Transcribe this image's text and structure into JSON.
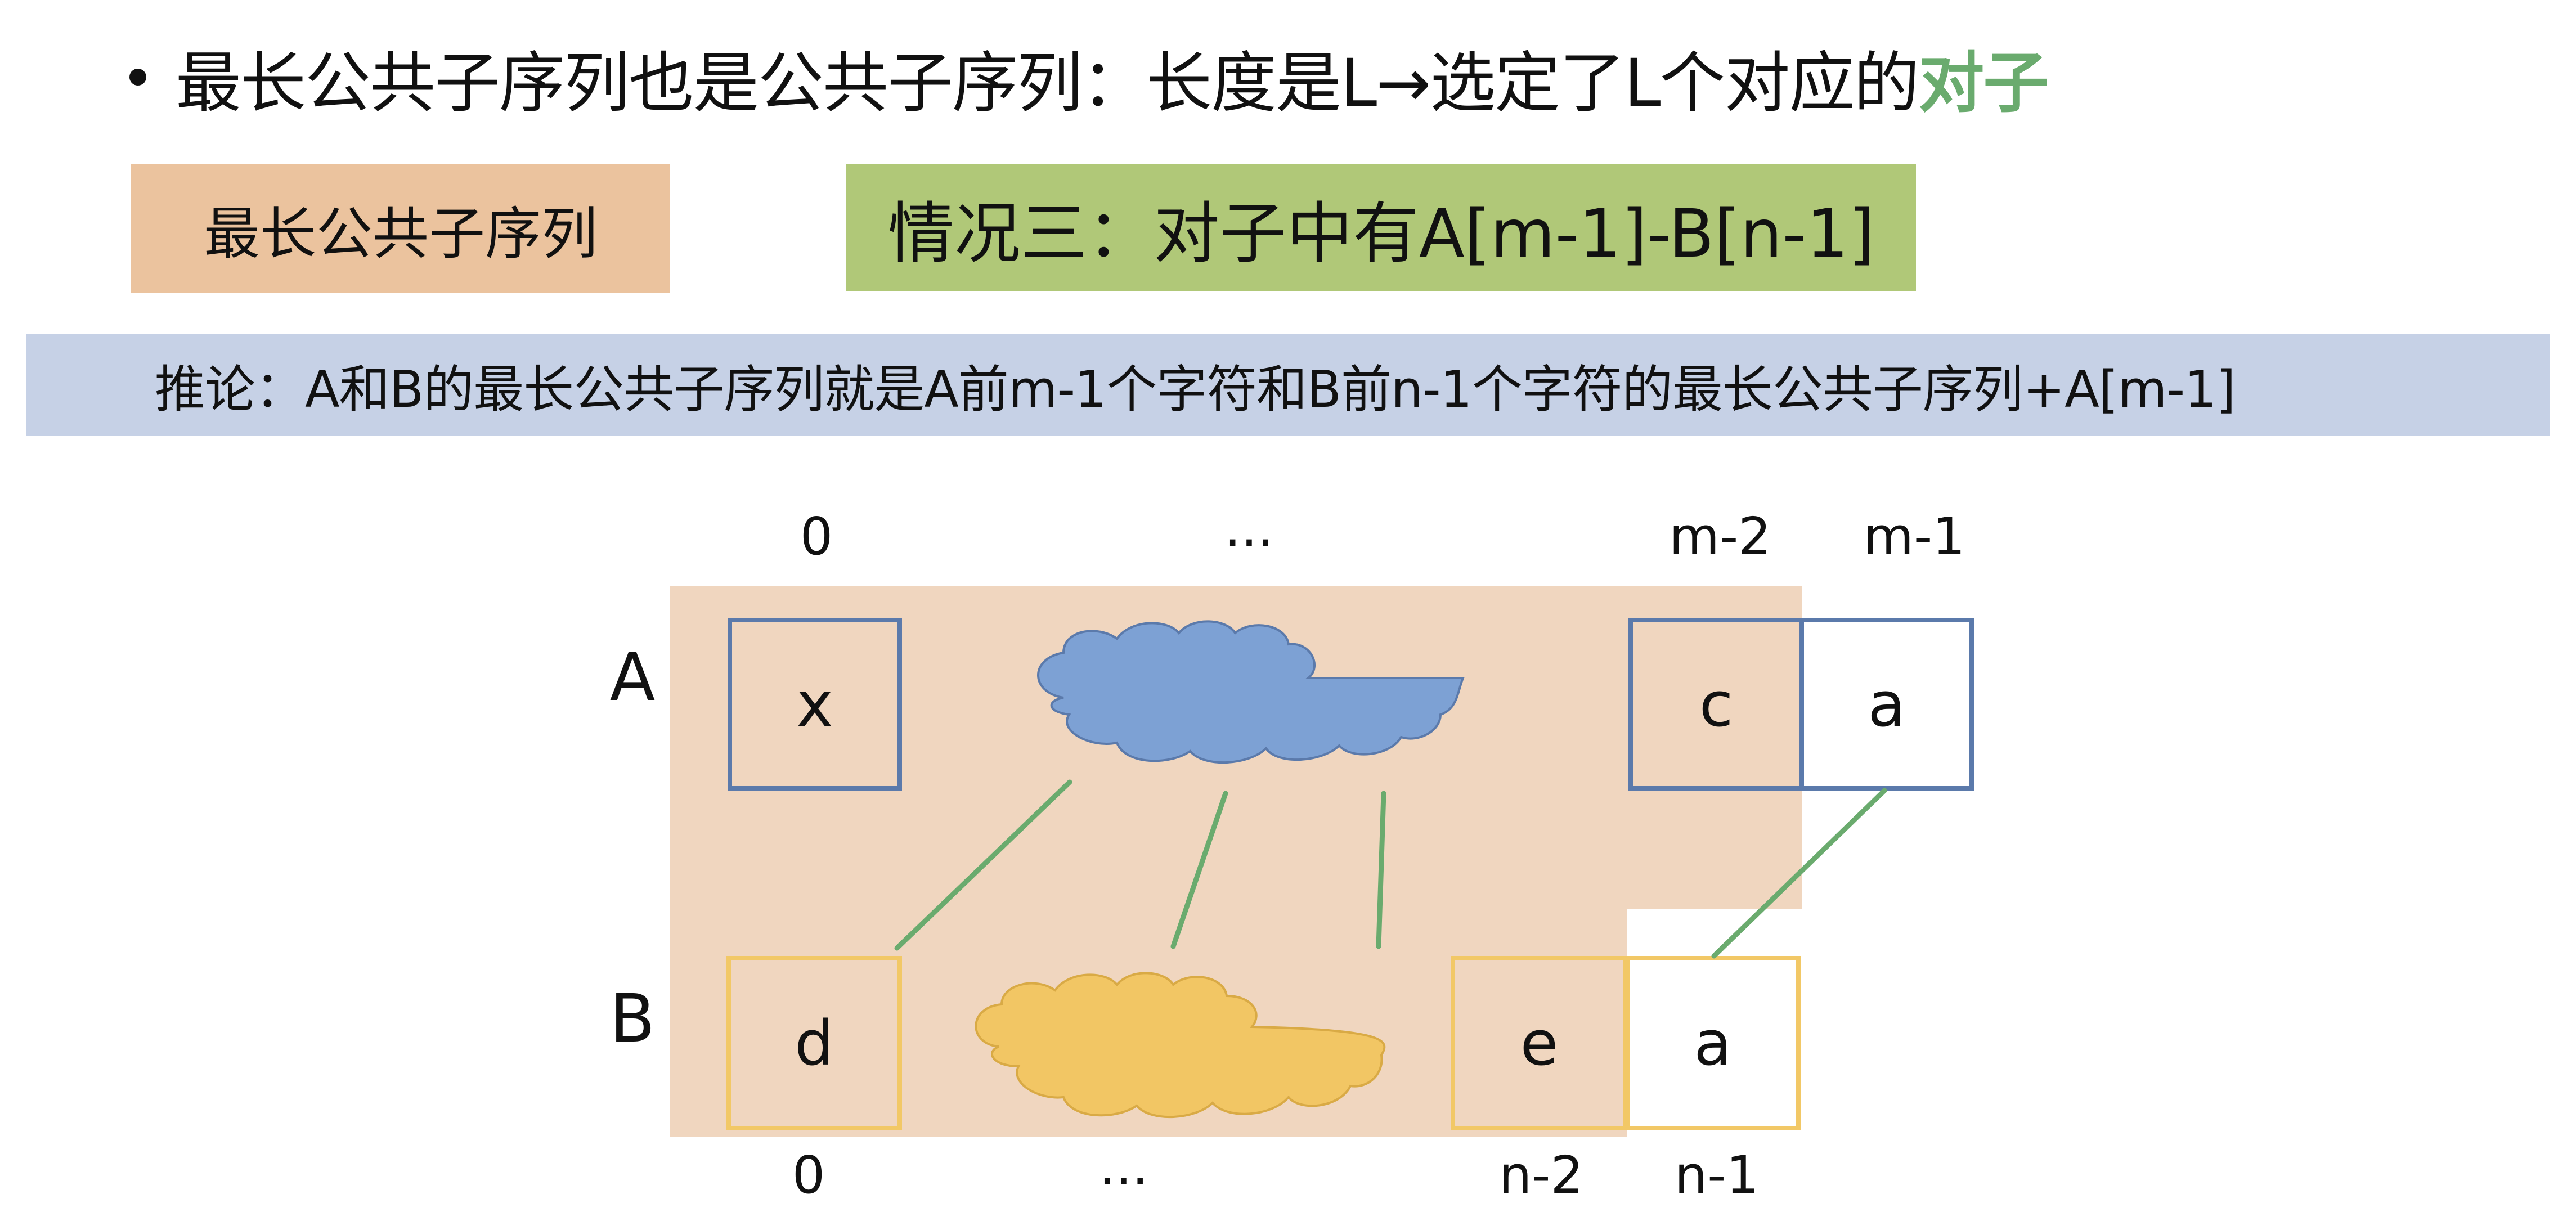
{
  "title": {
    "bullet": "•",
    "text": "最长公共子序列也是公共子序列：长度是L→选定了L个对应的",
    "accent": "对子",
    "accent_color": "#6aab6e"
  },
  "tags": {
    "topic": "最长公共子序列",
    "topic_color": "#ebc39e",
    "case": "情况三：对子中有A[m-1]-B[n-1]",
    "case_color": "#b0c878"
  },
  "conclusion": {
    "text": "推论：A和B的最长公共子序列就是A前m-1个字符和B前n-1个字符的最长公共子序列+A[m-1]",
    "color": "#c6d1e6"
  },
  "diagram": {
    "background_color": "#f0d6bf",
    "array_a": {
      "label": "A",
      "border_color": "#5b7aab",
      "cloud_color": "#7da1d4",
      "indices": [
        "0",
        "...",
        "m-2",
        "m-1"
      ],
      "cells": [
        {
          "index": "0",
          "value": "x"
        },
        {
          "index": "m-2",
          "value": "c"
        },
        {
          "index": "m-1",
          "value": "a"
        }
      ]
    },
    "array_b": {
      "label": "B",
      "border_color": "#f2c866",
      "cloud_color": "#f2c664",
      "indices": [
        "0",
        "...",
        "n-2",
        "n-1"
      ],
      "cells": [
        {
          "index": "0",
          "value": "d"
        },
        {
          "index": "n-2",
          "value": "e"
        },
        {
          "index": "n-1",
          "value": "a"
        }
      ]
    },
    "link_color": "#6aab6e",
    "links": [
      {
        "from": "A-cloud",
        "to": "B-0"
      },
      {
        "from": "A-cloud",
        "to": "B-cloud"
      },
      {
        "from": "A-cloud",
        "to": "B-cloud"
      },
      {
        "from": "A[m-1]",
        "to": "B[n-1]"
      }
    ]
  }
}
